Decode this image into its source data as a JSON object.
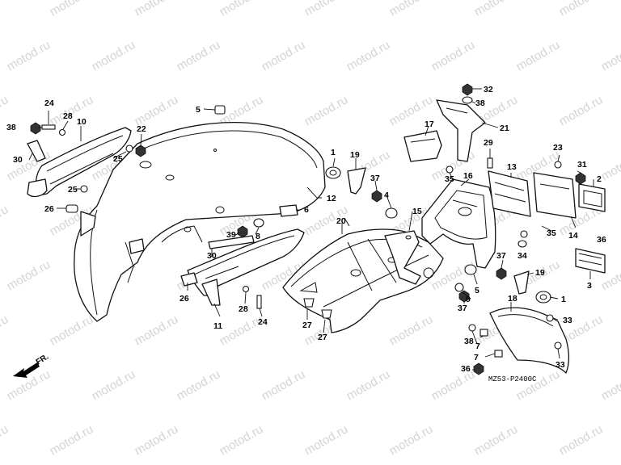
{
  "watermark": "motod.ru",
  "direction_label": "FR.",
  "drawing_code": "MZ53-P2400C",
  "callouts": [
    {
      "id": "c1a",
      "text": "1"
    },
    {
      "id": "c1b",
      "text": "1"
    },
    {
      "id": "c2",
      "text": "2"
    },
    {
      "id": "c3",
      "text": "3"
    },
    {
      "id": "c4",
      "text": "4"
    },
    {
      "id": "c5a",
      "text": "5"
    },
    {
      "id": "c5b",
      "text": "5"
    },
    {
      "id": "c6",
      "text": "6"
    },
    {
      "id": "c7a",
      "text": "7"
    },
    {
      "id": "c7b",
      "text": "7"
    },
    {
      "id": "c8",
      "text": "8"
    },
    {
      "id": "c9",
      "text": "9"
    },
    {
      "id": "c10",
      "text": "10"
    },
    {
      "id": "c11",
      "text": "11"
    },
    {
      "id": "c12",
      "text": "12"
    },
    {
      "id": "c13",
      "text": "13"
    },
    {
      "id": "c14",
      "text": "14"
    },
    {
      "id": "c15",
      "text": "15"
    },
    {
      "id": "c16",
      "text": "16"
    },
    {
      "id": "c17",
      "text": "17"
    },
    {
      "id": "c18",
      "text": "18"
    },
    {
      "id": "c19a",
      "text": "19"
    },
    {
      "id": "c19b",
      "text": "19"
    },
    {
      "id": "c20",
      "text": "20"
    },
    {
      "id": "c21",
      "text": "21"
    },
    {
      "id": "c22",
      "text": "22"
    },
    {
      "id": "c23",
      "text": "23"
    },
    {
      "id": "c24a",
      "text": "24"
    },
    {
      "id": "c24b",
      "text": "24"
    },
    {
      "id": "c25a",
      "text": "25"
    },
    {
      "id": "c25b",
      "text": "25"
    },
    {
      "id": "c26a",
      "text": "26"
    },
    {
      "id": "c26b",
      "text": "26"
    },
    {
      "id": "c27a",
      "text": "27"
    },
    {
      "id": "c27b",
      "text": "27"
    },
    {
      "id": "c28a",
      "text": "28"
    },
    {
      "id": "c28b",
      "text": "28"
    },
    {
      "id": "c29",
      "text": "29"
    },
    {
      "id": "c30a",
      "text": "30"
    },
    {
      "id": "c30b",
      "text": "30"
    },
    {
      "id": "c31",
      "text": "31"
    },
    {
      "id": "c32",
      "text": "32"
    },
    {
      "id": "c33a",
      "text": "33"
    },
    {
      "id": "c33b",
      "text": "33"
    },
    {
      "id": "c34",
      "text": "34"
    },
    {
      "id": "c35a",
      "text": "35"
    },
    {
      "id": "c35b",
      "text": "35"
    },
    {
      "id": "c36a",
      "text": "36"
    },
    {
      "id": "c36b",
      "text": "36"
    },
    {
      "id": "c37a",
      "text": "37"
    },
    {
      "id": "c37b",
      "text": "37"
    },
    {
      "id": "c37c",
      "text": "37"
    },
    {
      "id": "c38a",
      "text": "38"
    },
    {
      "id": "c38b",
      "text": "38"
    },
    {
      "id": "c38c",
      "text": "38"
    },
    {
      "id": "c39",
      "text": "39"
    }
  ]
}
